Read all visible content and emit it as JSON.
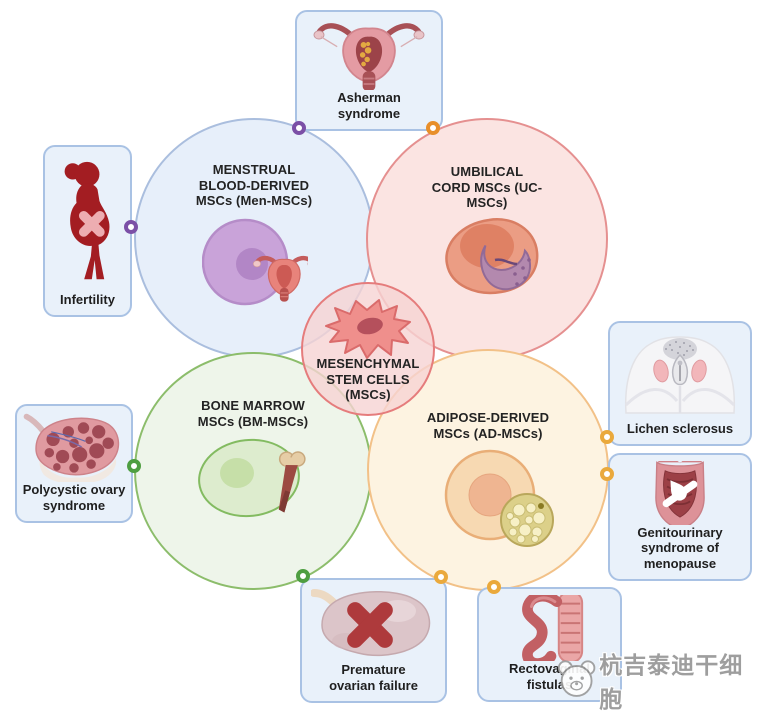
{
  "figure": {
    "center_label": "MESENCHYMAL\nSTEM CELLS\n(MSCs)",
    "circles": [
      {
        "name": "menstrual-blood-derived",
        "label": "MENSTRUAL\nBLOOD-DERIVED\nMSCs (Men-MSCs)"
      },
      {
        "name": "umbilical-cord",
        "label": "UMBILICAL\nCORD MSCs (UC-\nMSCs)"
      },
      {
        "name": "bone-marrow",
        "label": "BONE MARROW\nMSCs (BM-MSCs)"
      },
      {
        "name": "adipose-derived",
        "label": "ADIPOSE-DERIVED\nMSCs (AD-MSCs)"
      }
    ],
    "conditions": [
      {
        "name": "asherman-syndrome",
        "label": "Asherman\nsyndrome"
      },
      {
        "name": "infertility",
        "label": "Infertility"
      },
      {
        "name": "polycystic-ovary-syndrome",
        "label": "Polycystic ovary\nsyndrome"
      },
      {
        "name": "premature-ovarian-failure",
        "label": "Premature\novarian failure"
      },
      {
        "name": "rectovaginal-fistulas",
        "label": "Rectovaginal\nfistulas"
      },
      {
        "name": "lichen-sclerosus",
        "label": "Lichen sclerosus"
      },
      {
        "name": "genitourinary-syndrome-of-menopause",
        "label": "Genitourinary\nsyndrome of\nmenopause"
      }
    ],
    "watermark": {
      "text": "杭吉泰迪干细胞"
    },
    "colors": {
      "men_fill": "#e7effa",
      "men_border": "#aabede",
      "uc_fill": "#fbe4e2",
      "uc_border": "#e59090",
      "bm_fill": "#eef5ea",
      "bm_border": "#8cbd6b",
      "ad_fill": "#fdf3e1",
      "ad_border": "#f2c188",
      "msc_fill": "#f6d3d3",
      "msc_border": "#e57c7c",
      "card_fill": "#e9f1fa",
      "card_border": "#a9c2e4",
      "ring_purple": "#7b4fa6",
      "ring_orange": "#e88f2a",
      "ring_gold": "#eaa93c",
      "ring_green": "#4e9e41",
      "dark_red": "#a31d22",
      "text": "#232323"
    }
  }
}
